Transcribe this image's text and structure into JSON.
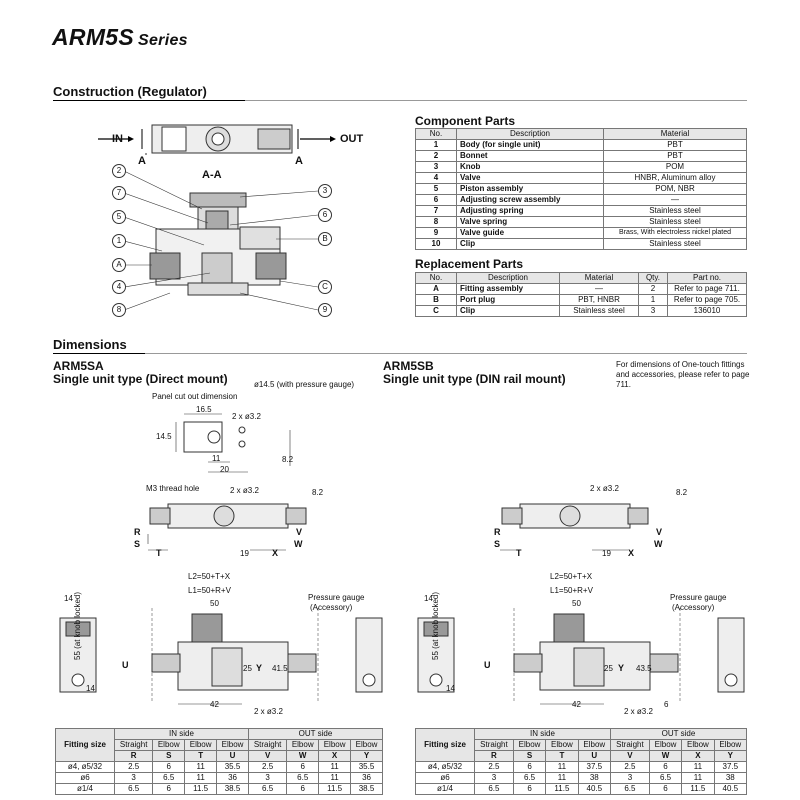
{
  "header": {
    "model": "ARM5S",
    "series": "Series"
  },
  "construction": {
    "title": "Construction (Regulator)",
    "flow_in": "IN",
    "flow_out": "OUT",
    "section_mark": "A",
    "section_label": "A-A",
    "callouts": [
      "2",
      "7",
      "5",
      "1",
      "A",
      "4",
      "8",
      "3",
      "6",
      "B",
      "C",
      "9"
    ]
  },
  "component_parts": {
    "title": "Component Parts",
    "headers": [
      "No.",
      "Description",
      "Material"
    ],
    "rows": [
      [
        "1",
        "Body (for single unit)",
        "PBT"
      ],
      [
        "2",
        "Bonnet",
        "PBT"
      ],
      [
        "3",
        "Knob",
        "POM"
      ],
      [
        "4",
        "Valve",
        "HNBR, Aluminum alloy"
      ],
      [
        "5",
        "Piston assembly",
        "POM, NBR"
      ],
      [
        "6",
        "Adjusting screw assembly",
        "—"
      ],
      [
        "7",
        "Adjusting spring",
        "Stainless steel"
      ],
      [
        "8",
        "Valve spring",
        "Stainless steel"
      ],
      [
        "9",
        "Valve guide",
        "Brass, With electroless nickel plated"
      ],
      [
        "10",
        "Clip",
        "Stainless steel"
      ]
    ]
  },
  "replacement_parts": {
    "title": "Replacement Parts",
    "headers": [
      "No.",
      "Description",
      "Material",
      "Qty.",
      "Part no."
    ],
    "rows": [
      [
        "A",
        "Fitting assembly",
        "—",
        "2",
        "Refer to page 711."
      ],
      [
        "B",
        "Port plug",
        "PBT, HNBR",
        "1",
        "Refer to page 705."
      ],
      [
        "C",
        "Clip",
        "Stainless steel",
        "3",
        "136010"
      ]
    ]
  },
  "dimensions": {
    "title": "Dimensions",
    "note": "For dimensions of One-touch fittings and accessories, please refer to page 711.",
    "sa": {
      "model": "ARM5SA",
      "type": "Single unit type (Direct mount)",
      "panel_cutout": "Panel cut out dimension",
      "m3": "M3 thread hole",
      "labels": [
        "16.5",
        "14.5",
        "11",
        "20",
        "8.2",
        "2 x ø3.2",
        "ø14.5 (with pressure gauge)",
        "8.2",
        "2 x ø3.2",
        "R",
        "S",
        "T",
        "19",
        "X",
        "V",
        "W",
        "14",
        "L2=50+T+X",
        "L1=50+R+V",
        "50",
        "Pressure gauge",
        "(Accessory)",
        "U",
        "55 (at knob locked)",
        "14",
        "25",
        "Y",
        "41.5",
        "42",
        "2 x ø3.2"
      ],
      "table": {
        "group_in": "IN side",
        "group_out": "OUT side",
        "col_fitting": "Fitting size",
        "sub_headers": [
          "Straight",
          "Elbow",
          "Elbow",
          "Elbow",
          "Straight",
          "Elbow",
          "Elbow",
          "Elbow"
        ],
        "letters": [
          "R",
          "S",
          "T",
          "U",
          "V",
          "W",
          "X",
          "Y"
        ],
        "rows": [
          [
            "ø4, ø5/32",
            "2.5",
            "6",
            "11",
            "35.5",
            "2.5",
            "6",
            "11",
            "35.5"
          ],
          [
            "ø6",
            "3",
            "6.5",
            "11",
            "36",
            "3",
            "6.5",
            "11",
            "36"
          ],
          [
            "ø1/4",
            "6.5",
            "6",
            "11.5",
            "38.5",
            "6.5",
            "6",
            "11.5",
            "38.5"
          ]
        ]
      }
    },
    "sb": {
      "model": "ARM5SB",
      "type": "Single unit type  (DIN rail mount)",
      "labels": [
        "2 x ø3.2",
        "8.2",
        "R",
        "S",
        "T",
        "19",
        "X",
        "V",
        "W",
        "14",
        "L2=50+T+X",
        "L1=50+R+V",
        "50",
        "Pressure gauge",
        "(Accessory)",
        "U",
        "55 (at knob locked)",
        "14",
        "25",
        "Y",
        "43.5",
        "42",
        "2 x ø3.2",
        "6"
      ],
      "table": {
        "group_in": "IN side",
        "group_out": "OUT side",
        "col_fitting": "Fitting size",
        "sub_headers": [
          "Straight",
          "Elbow",
          "Elbow",
          "Elbow",
          "Straight",
          "Elbow",
          "Elbow",
          "Elbow"
        ],
        "letters": [
          "R",
          "S",
          "T",
          "U",
          "V",
          "W",
          "X",
          "Y"
        ],
        "rows": [
          [
            "ø4, ø5/32",
            "2.5",
            "6",
            "11",
            "37.5",
            "2.5",
            "6",
            "11",
            "37.5"
          ],
          [
            "ø6",
            "3",
            "6.5",
            "11",
            "38",
            "3",
            "6.5",
            "11",
            "38"
          ],
          [
            "ø1/4",
            "6.5",
            "6",
            "11.5",
            "40.5",
            "6.5",
            "6",
            "11.5",
            "40.5"
          ]
        ]
      }
    }
  }
}
